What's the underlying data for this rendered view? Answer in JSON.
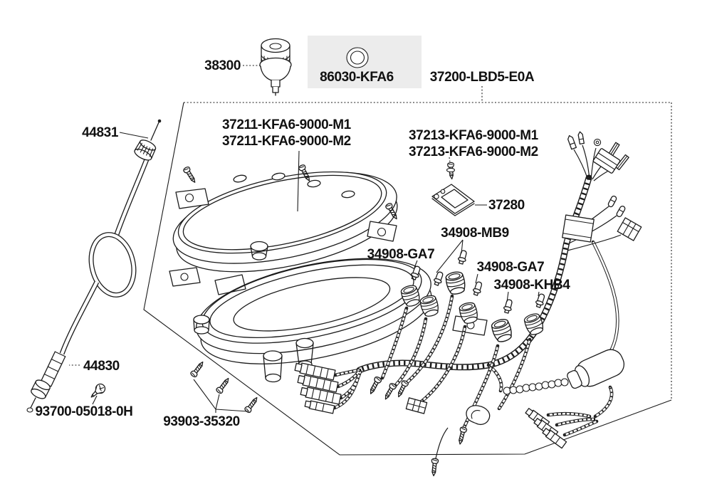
{
  "diagram": {
    "kind": "exploded-parts-diagram",
    "subject": "speedometer / meter assembly with wire harness",
    "colors": {
      "background": "#ffffff",
      "line": "#1b1b1b",
      "highlight_patch": "#ececec"
    }
  },
  "labels": {
    "buzzer": "38300",
    "ring": "86030-KFA6",
    "meter_assembly": "37200-LBD5-E0A",
    "upper_cover_line1": "37211-KFA6-9000-M1",
    "upper_cover_line2": "37211-KFA6-9000-M2",
    "cover_screw_line1": "37213-KFA6-9000-M1",
    "cover_screw_line2": "37213-KFA6-9000-M2",
    "plate": "37280",
    "bulb_mb9": "34908-MB9",
    "bulb_ga7_left": "34908-GA7",
    "bulb_ga7_right": "34908-GA7",
    "bulb_khb4": "34908-KHB4",
    "cable_upper": "44831",
    "cable_lower": "44830",
    "flat_screw": "93700-05018-0H",
    "tapping_screws": "93903-35320"
  }
}
